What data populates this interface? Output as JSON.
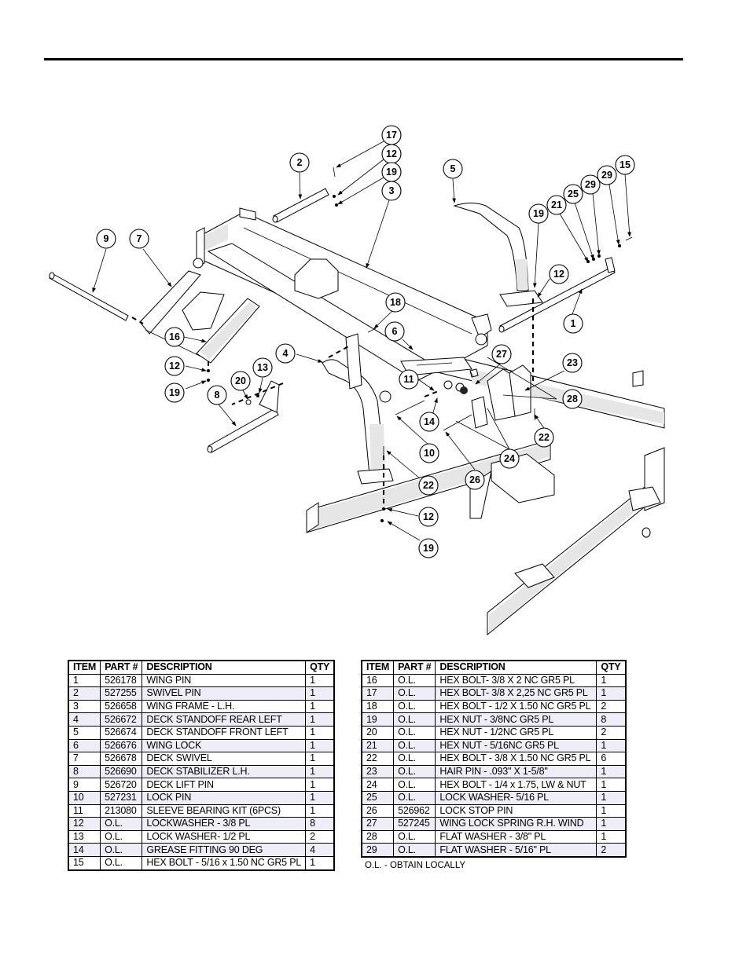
{
  "page": {
    "footnote": "O.L. - OBTAIN LOCALLY"
  },
  "diagram": {
    "balloons": [
      "1",
      "2",
      "3",
      "4",
      "5",
      "6",
      "7",
      "8",
      "9",
      "10",
      "11",
      "12",
      "12",
      "12",
      "12",
      "13",
      "14",
      "15",
      "16",
      "17",
      "18",
      "19",
      "19",
      "19",
      "19",
      "20",
      "21",
      "22",
      "22",
      "22",
      "23",
      "24",
      "25",
      "26",
      "27",
      "28",
      "29",
      "29"
    ]
  },
  "table_left": {
    "headers": [
      "ITEM",
      "PART #",
      "DESCRIPTION",
      "QTY"
    ],
    "rows": [
      [
        "1",
        "526178",
        "WING PIN",
        "1"
      ],
      [
        "2",
        "527255",
        "SWIVEL PIN",
        "1"
      ],
      [
        "3",
        "526658",
        "WING FRAME - L.H.",
        "1"
      ],
      [
        "4",
        "526672",
        "DECK STANDOFF REAR LEFT",
        "1"
      ],
      [
        "5",
        "526674",
        "DECK STANDOFF FRONT LEFT",
        "1"
      ],
      [
        "6",
        "526676",
        "WING LOCK",
        "1"
      ],
      [
        "7",
        "526678",
        "DECK SWIVEL",
        "1"
      ],
      [
        "8",
        "526690",
        "DECK STABILIZER L.H.",
        "1"
      ],
      [
        "9",
        "526720",
        "DECK LIFT PIN",
        "1"
      ],
      [
        "10",
        "527231",
        "LOCK PIN",
        "1"
      ],
      [
        "11",
        "213080",
        "SLEEVE BEARING KIT (6PCS)",
        "1"
      ],
      [
        "12",
        "O.L.",
        "LOCKWASHER - 3/8 PL",
        "8"
      ],
      [
        "13",
        "O.L.",
        "LOCK WASHER- 1/2 PL",
        "2"
      ],
      [
        "14",
        "O.L.",
        "GREASE FITTING 90 DEG",
        "4"
      ],
      [
        "15",
        "O.L.",
        "HEX BOLT - 5/16 x 1.50 NC GR5 PL",
        "1"
      ]
    ]
  },
  "table_right": {
    "headers": [
      "ITEM",
      "PART #",
      "DESCRIPTION",
      "QTY"
    ],
    "rows": [
      [
        "16",
        "O.L.",
        "HEX BOLT- 3/8 X 2 NC GR5 PL",
        "1"
      ],
      [
        "17",
        "O.L.",
        "HEX BOLT- 3/8 X 2,25 NC GR5 PL",
        "1"
      ],
      [
        "18",
        "O.L.",
        "HEX BOLT - 1/2 X 1.50 NC GR5 PL",
        "2"
      ],
      [
        "19",
        "O.L.",
        "HEX NUT - 3/8NC GR5 PL",
        "8"
      ],
      [
        "20",
        "O.L.",
        "HEX NUT - 1/2NC GR5 PL",
        "2"
      ],
      [
        "21",
        "O.L.",
        "HEX NUT - 5/16NC GR5 PL",
        "1"
      ],
      [
        "22",
        "O.L.",
        "HEX BOLT - 3/8 X 1.50 NC GR5 PL",
        "6"
      ],
      [
        "23",
        "O.L.",
        "HAIR PIN - .093\" X 1-5/8\"",
        "1"
      ],
      [
        "24",
        "O.L.",
        "HEX BOLT - 1/4 x 1.75, LW & NUT",
        "1"
      ],
      [
        "25",
        "O.L.",
        "LOCK WASHER- 5/16 PL",
        "1"
      ],
      [
        "26",
        "526962",
        "LOCK STOP PIN",
        "1"
      ],
      [
        "27",
        "527245",
        "WING LOCK SPRING R.H. WIND",
        "1"
      ],
      [
        "28",
        "O.L.",
        "FLAT WASHER - 3/8\" PL",
        "1"
      ],
      [
        "29",
        "O.L.",
        "FLAT WASHER - 5/16\" PL",
        "2"
      ]
    ]
  }
}
